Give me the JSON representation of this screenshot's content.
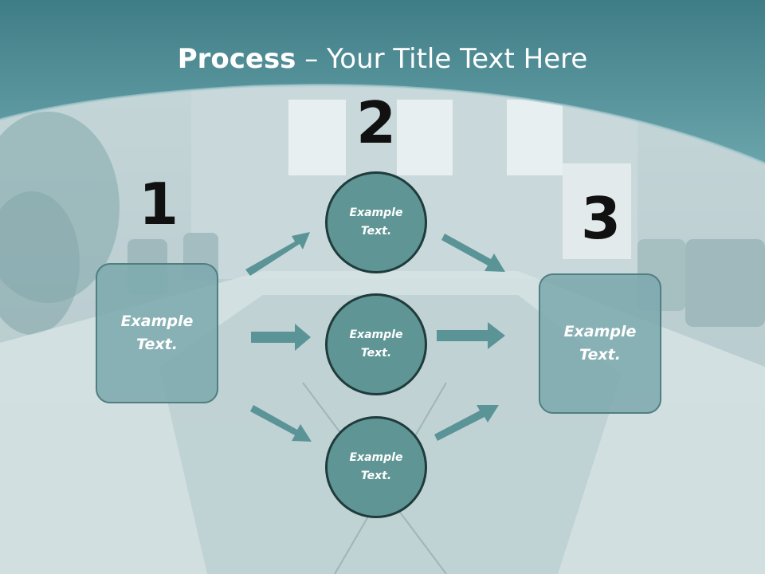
{
  "slide": {
    "title_bold": "Process",
    "title_rest": " – Your Title Text Here",
    "steps": [
      {
        "number": "1",
        "text": "Example Text."
      },
      {
        "number": "2",
        "text": "Example Text."
      },
      {
        "number": "3",
        "text": "Example Text."
      }
    ],
    "middle_circles": [
      {
        "text": "Example Text."
      },
      {
        "text": "Example Text."
      },
      {
        "text": "Example Text."
      }
    ]
  },
  "colors": {
    "banner": "#4f8d95",
    "box_fill": "#7daaae",
    "circle_fill": "#5f9595",
    "arrow": "#5b9497"
  }
}
